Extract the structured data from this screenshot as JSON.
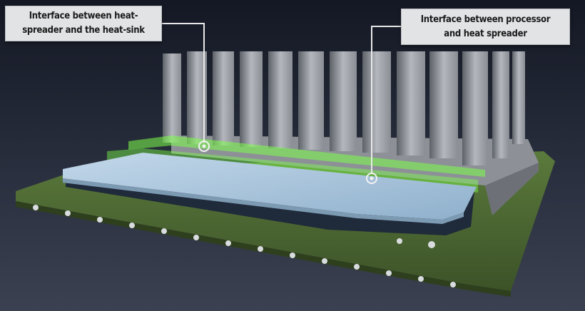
{
  "labels": {
    "heatsink_interface": {
      "line1": "Interface between  heat-",
      "line2": "spreader and the heat-sink"
    },
    "processor_interface": {
      "line1": "Interface between  processor",
      "line2": "and heat spreader"
    }
  },
  "colors": {
    "background": "#1a1f2c",
    "pcb": "#4f6a35",
    "heat_spreader": "#a9c6df",
    "heatsink": "#9ea2a8",
    "thermal_interface_glow": "#7dff4a",
    "label_background": "#e2e3e5"
  }
}
